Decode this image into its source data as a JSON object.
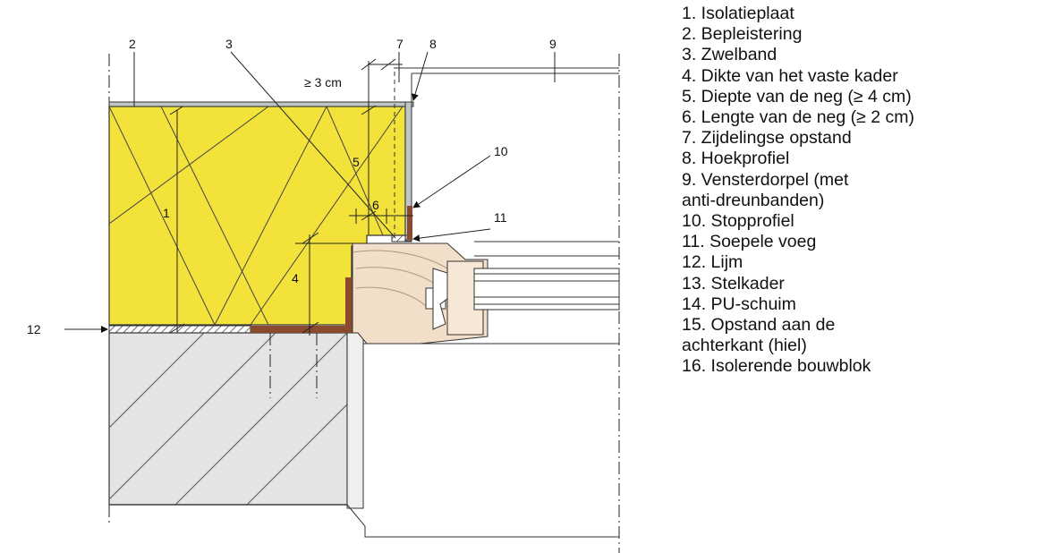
{
  "callouts": {
    "c1": "1",
    "c2": "2",
    "c3": "3",
    "c4": "4",
    "c5": "5",
    "c6": "6",
    "c7": "7",
    "c8": "8",
    "c9": "9",
    "c10": "10",
    "c11": "11",
    "c12": "12"
  },
  "dimension": {
    "min_reveal": "≥ 3 cm"
  },
  "legend": [
    "1. Isolatieplaat",
    "2. Bepleistering",
    "3. Zwelband",
    "4. Dikte van het vaste kader",
    "5. Diepte van de neg (≥ 4 cm)",
    "6. Lengte van de neg (≥ 2 cm)",
    "7. Zijdelingse opstand",
    "8. Hoekprofiel",
    "9. Vensterdorpel (met anti-dreunbanden)",
    "10. Stopprofiel",
    "11. Soepele voeg",
    "12. Lijm",
    "13. Stelkader",
    "14. PU-schuim",
    "15. Opstand aan de achterkant (hiel)",
    "16. Isolerende bouwblok"
  ],
  "colors": {
    "insulation": "#f2e23a",
    "block": "#e4e4e4",
    "frame": "#f2dfca",
    "brown": "#8a4a2e"
  }
}
